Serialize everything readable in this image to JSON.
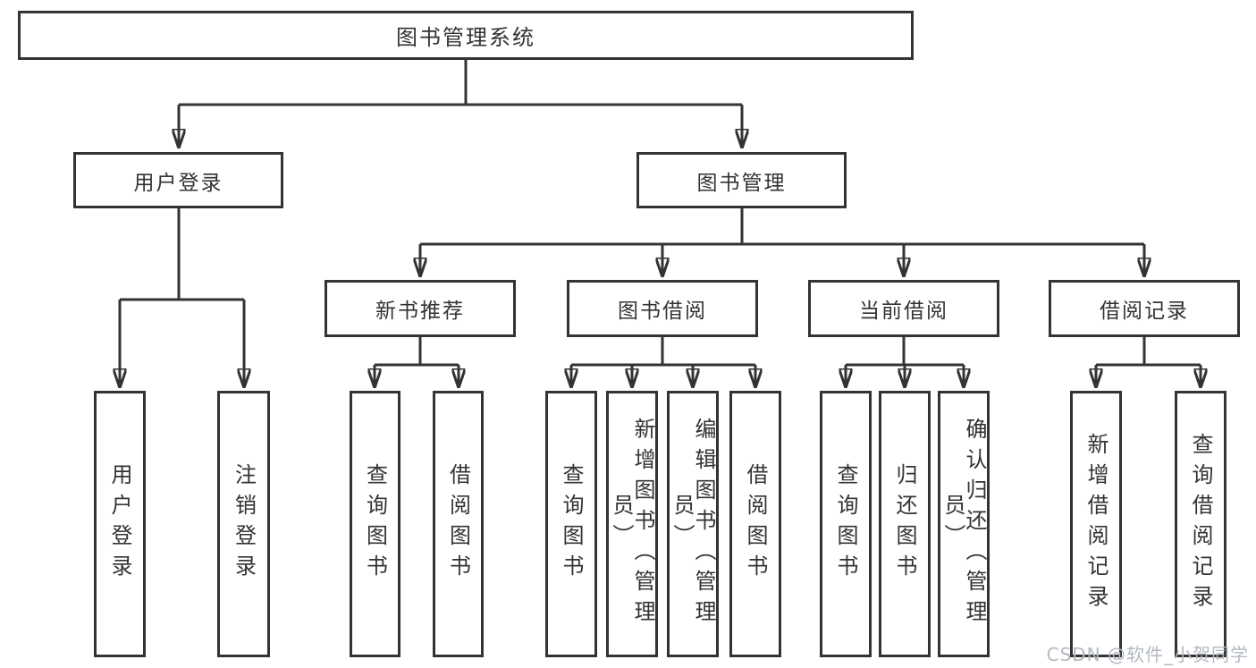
{
  "diagram": {
    "tree": {
      "label": "图书管理系统",
      "children": [
        {
          "label": "用户登录",
          "children": [
            {
              "label": "用户登录"
            },
            {
              "label": "注销登录"
            }
          ]
        },
        {
          "label": "图书管理",
          "children": [
            {
              "label": "新书推荐",
              "children": [
                {
                  "label": "查询图书"
                },
                {
                  "label": "借阅图书"
                }
              ]
            },
            {
              "label": "图书借阅",
              "children": [
                {
                  "label": "查询图书"
                },
                {
                  "label": "新增图书（管理员）"
                },
                {
                  "label": "编辑图书（管理员）"
                },
                {
                  "label": "借阅图书"
                }
              ]
            },
            {
              "label": "当前借阅",
              "children": [
                {
                  "label": "查询图书"
                },
                {
                  "label": "归还图书"
                },
                {
                  "label": "确认归还（管理员）"
                }
              ]
            },
            {
              "label": "借阅记录",
              "children": [
                {
                  "label": "新增借阅记录"
                },
                {
                  "label": "查询借阅记录"
                }
              ]
            }
          ]
        }
      ]
    }
  },
  "watermark": {
    "text": "CSDN @软件_小贺同学"
  },
  "colors": {
    "line": "#333333",
    "box_border": "#333333",
    "text": "#333333",
    "background": "#ffffff",
    "watermark": "#b3b9c1"
  }
}
